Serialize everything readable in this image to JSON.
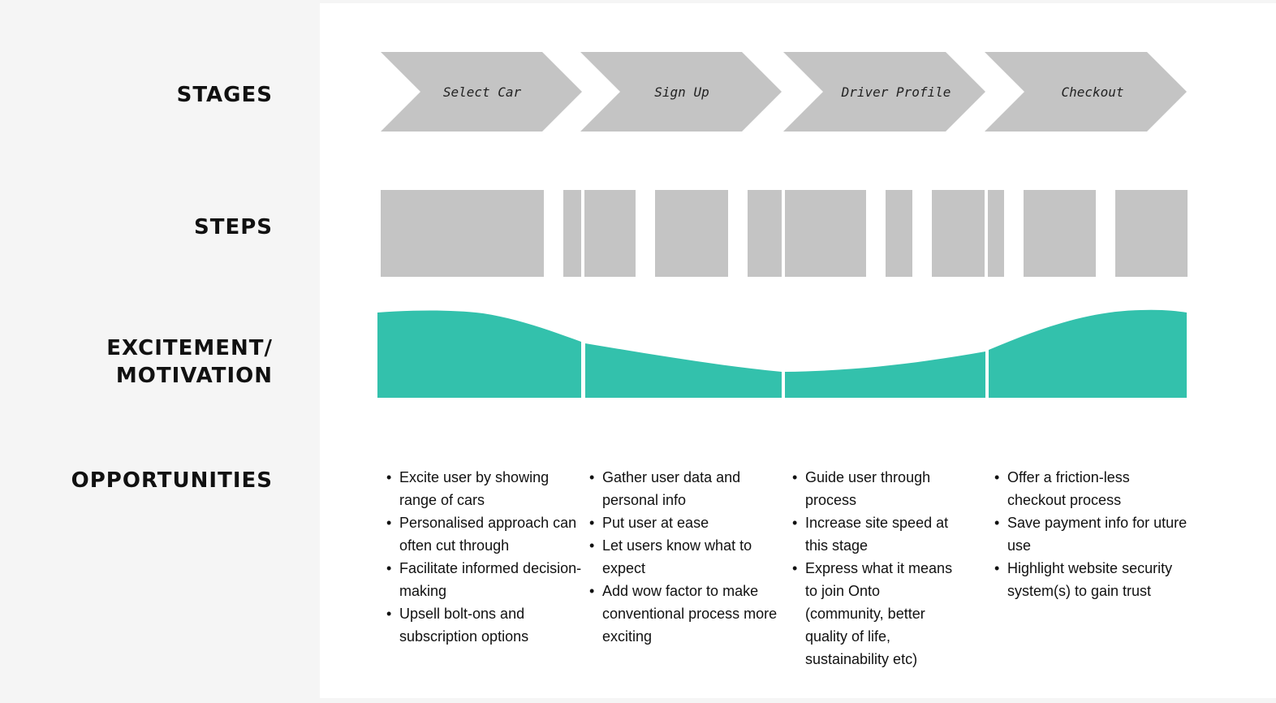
{
  "rows": {
    "stages": "STAGES",
    "steps": "STEPS",
    "excitement_line1": "EXCITEMENT/",
    "excitement_line2": "MOTIVATION",
    "opportunities": "OPPORTUNITIES"
  },
  "stages": [
    "Select Car",
    "Sign Up",
    "Driver Profile",
    "Checkout"
  ],
  "colors": {
    "stage_fill": "#c4c4c4",
    "step_fill": "#c4c4c4",
    "curve_fill": "#33c1ac",
    "panel": "#ffffff",
    "background": "#f5f5f5"
  },
  "opportunities": [
    [
      "Excite user by showing range of cars",
      "Personalised approach can often cut through",
      "Facilitate informed decision-making",
      "Upsell bolt-ons and subscription options"
    ],
    [
      "Gather user data and personal info",
      "Put user at ease",
      "Let users know what to expect",
      "Add wow factor to make conventional process more exciting"
    ],
    [
      "Guide user through process",
      "Increase site speed at this stage",
      "Express what it means to join Onto (community, better quality of life, sustainability etc)"
    ],
    [
      "Offer a friction-less checkout process",
      "Save payment info for uture use",
      "Highlight website security system(s) to gain trust"
    ]
  ]
}
